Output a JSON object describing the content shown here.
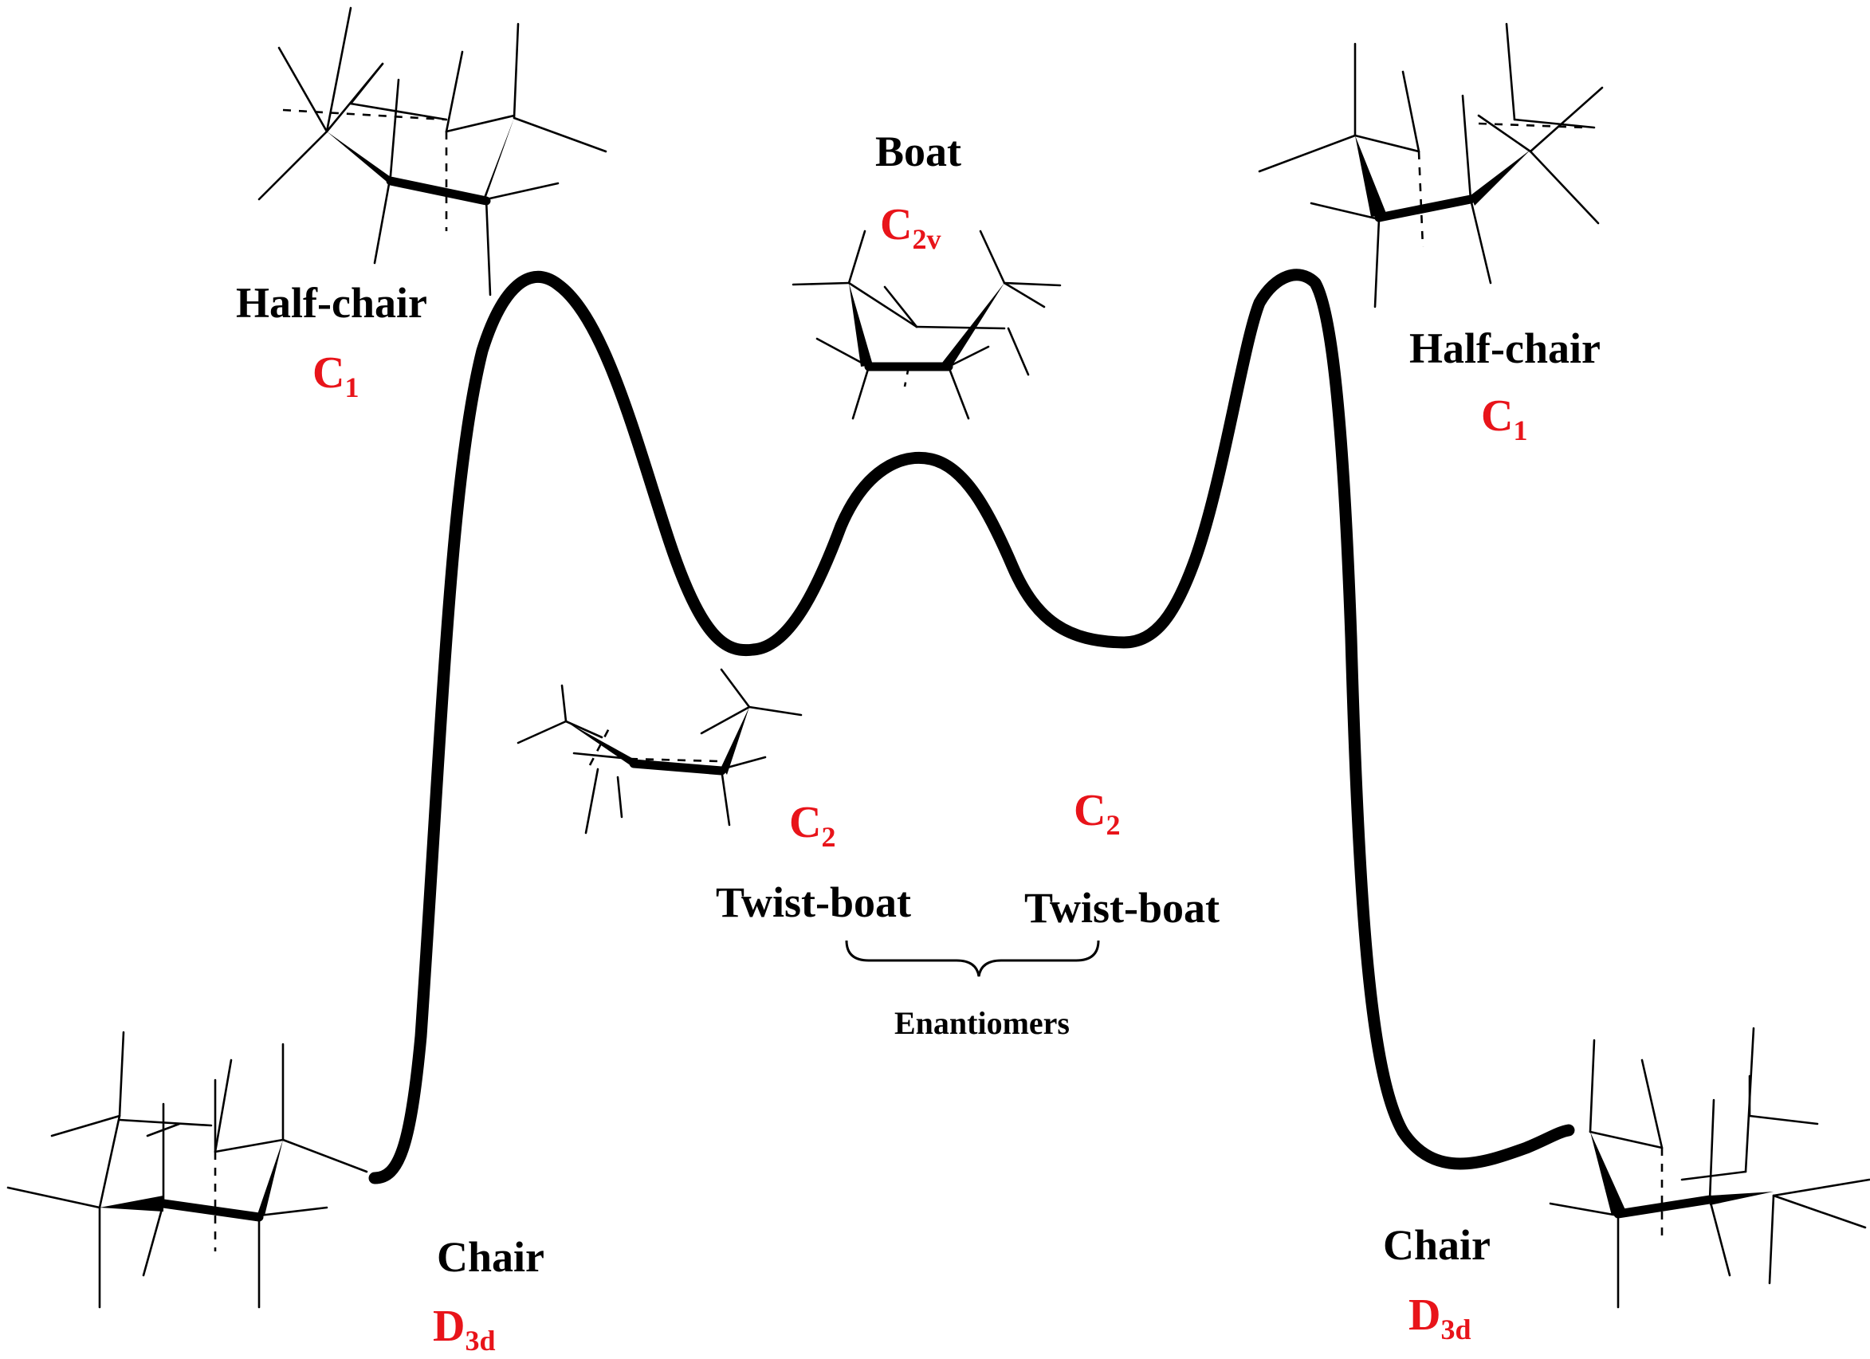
{
  "colors": {
    "ink": "#000000",
    "symmetry": "#e8141a",
    "background": "#ffffff"
  },
  "conformers": [
    {
      "id": "half-chair-left",
      "name": "Half-chair",
      "symmetry": {
        "base": "C",
        "sub": "1"
      }
    },
    {
      "id": "boat",
      "name": "Boat",
      "symmetry": {
        "base": "C",
        "sub": "2v"
      }
    },
    {
      "id": "half-chair-right",
      "name": "Half-chair",
      "symmetry": {
        "base": "C",
        "sub": "1"
      }
    },
    {
      "id": "twist-boat-left",
      "name": "Twist-boat",
      "symmetry": {
        "base": "C",
        "sub": "2"
      }
    },
    {
      "id": "twist-boat-right",
      "name": "Twist-boat",
      "symmetry": {
        "base": "C",
        "sub": "2"
      }
    },
    {
      "id": "chair-left",
      "name": "Chair",
      "symmetry": {
        "base": "D",
        "sub": "3d"
      }
    },
    {
      "id": "chair-right",
      "name": "Chair",
      "symmetry": {
        "base": "D",
        "sub": "3d"
      }
    }
  ],
  "enantiomers_label": "Enantiomers"
}
